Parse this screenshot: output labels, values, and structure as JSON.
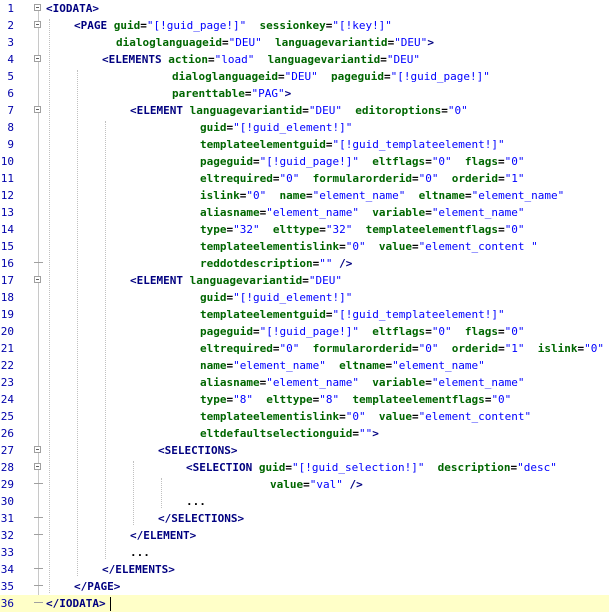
{
  "editor": {
    "lines": [
      {
        "n": "1",
        "fold": "open",
        "indent": 0,
        "tokens": [
          {
            "t": "tag",
            "v": "<IODATA>"
          }
        ]
      },
      {
        "n": "2",
        "fold": "open",
        "indent": 1,
        "tokens": [
          {
            "t": "tag",
            "v": "<PAGE "
          },
          {
            "t": "attr",
            "v": "guid"
          },
          {
            "t": "eq",
            "v": "="
          },
          {
            "t": "val",
            "v": "\"[!guid_page!]\""
          },
          {
            "t": "attr",
            "v": "  sessionkey"
          },
          {
            "t": "eq",
            "v": "="
          },
          {
            "t": "val",
            "v": "\"[!key!]\""
          }
        ]
      },
      {
        "n": "3",
        "fold": "none",
        "indent": 2.5,
        "tokens": [
          {
            "t": "attr",
            "v": "dialoglanguageid"
          },
          {
            "t": "eq",
            "v": "="
          },
          {
            "t": "val",
            "v": "\"DEU\""
          },
          {
            "t": "attr",
            "v": "  languagevariantid"
          },
          {
            "t": "eq",
            "v": "="
          },
          {
            "t": "val",
            "v": "\"DEU\""
          },
          {
            "t": "tag",
            "v": ">"
          }
        ]
      },
      {
        "n": "4",
        "fold": "open",
        "indent": 2,
        "tokens": [
          {
            "t": "tag",
            "v": "<ELEMENTS "
          },
          {
            "t": "attr",
            "v": "action"
          },
          {
            "t": "eq",
            "v": "="
          },
          {
            "t": "val",
            "v": "\"load\""
          },
          {
            "t": "attr",
            "v": "  languagevariantid"
          },
          {
            "t": "eq",
            "v": "="
          },
          {
            "t": "val",
            "v": "\"DEU\""
          }
        ]
      },
      {
        "n": "5",
        "fold": "none",
        "indent": 4.5,
        "tokens": [
          {
            "t": "attr",
            "v": "dialoglanguageid"
          },
          {
            "t": "eq",
            "v": "="
          },
          {
            "t": "val",
            "v": "\"DEU\""
          },
          {
            "t": "attr",
            "v": "  pageguid"
          },
          {
            "t": "eq",
            "v": "="
          },
          {
            "t": "val",
            "v": "\"[!guid_page!]\""
          }
        ]
      },
      {
        "n": "6",
        "fold": "none",
        "indent": 4.5,
        "tokens": [
          {
            "t": "attr",
            "v": "parenttable"
          },
          {
            "t": "eq",
            "v": "="
          },
          {
            "t": "val",
            "v": "\"PAG\""
          },
          {
            "t": "tag",
            "v": ">"
          }
        ]
      },
      {
        "n": "7",
        "fold": "open",
        "indent": 3,
        "tokens": [
          {
            "t": "tag",
            "v": "<ELEMENT "
          },
          {
            "t": "attr",
            "v": "languagevariantid"
          },
          {
            "t": "eq",
            "v": "="
          },
          {
            "t": "val",
            "v": "\"DEU\""
          },
          {
            "t": "attr",
            "v": "  editoroptions"
          },
          {
            "t": "eq",
            "v": "="
          },
          {
            "t": "val",
            "v": "\"0\""
          }
        ]
      },
      {
        "n": "8",
        "fold": "none",
        "indent": 5.5,
        "tokens": [
          {
            "t": "attr",
            "v": "guid"
          },
          {
            "t": "eq",
            "v": "="
          },
          {
            "t": "val",
            "v": "\"[!guid_element!]\""
          }
        ]
      },
      {
        "n": "9",
        "fold": "none",
        "indent": 5.5,
        "tokens": [
          {
            "t": "attr",
            "v": "templateelementguid"
          },
          {
            "t": "eq",
            "v": "="
          },
          {
            "t": "val",
            "v": "\"[!guid_templateelement!]\""
          }
        ]
      },
      {
        "n": "10",
        "fold": "none",
        "indent": 5.5,
        "tokens": [
          {
            "t": "attr",
            "v": "pageguid"
          },
          {
            "t": "eq",
            "v": "="
          },
          {
            "t": "val",
            "v": "\"[!guid_page!]\""
          },
          {
            "t": "attr",
            "v": "  eltflags"
          },
          {
            "t": "eq",
            "v": "="
          },
          {
            "t": "val",
            "v": "\"0\""
          },
          {
            "t": "attr",
            "v": "  flags"
          },
          {
            "t": "eq",
            "v": "="
          },
          {
            "t": "val",
            "v": "\"0\""
          }
        ]
      },
      {
        "n": "11",
        "fold": "none",
        "indent": 5.5,
        "tokens": [
          {
            "t": "attr",
            "v": "eltrequired"
          },
          {
            "t": "eq",
            "v": "="
          },
          {
            "t": "val",
            "v": "\"0\""
          },
          {
            "t": "attr",
            "v": "  formularorderid"
          },
          {
            "t": "eq",
            "v": "="
          },
          {
            "t": "val",
            "v": "\"0\""
          },
          {
            "t": "attr",
            "v": "  orderid"
          },
          {
            "t": "eq",
            "v": "="
          },
          {
            "t": "val",
            "v": "\"1\""
          }
        ]
      },
      {
        "n": "12",
        "fold": "none",
        "indent": 5.5,
        "tokens": [
          {
            "t": "attr",
            "v": "islink"
          },
          {
            "t": "eq",
            "v": "="
          },
          {
            "t": "val",
            "v": "\"0\""
          },
          {
            "t": "attr",
            "v": "  name"
          },
          {
            "t": "eq",
            "v": "="
          },
          {
            "t": "val",
            "v": "\"element_name\""
          },
          {
            "t": "attr",
            "v": "  eltname"
          },
          {
            "t": "eq",
            "v": "="
          },
          {
            "t": "val",
            "v": "\"element_name\""
          }
        ]
      },
      {
        "n": "13",
        "fold": "none",
        "indent": 5.5,
        "tokens": [
          {
            "t": "attr",
            "v": "aliasname"
          },
          {
            "t": "eq",
            "v": "="
          },
          {
            "t": "val",
            "v": "\"element_name\""
          },
          {
            "t": "attr",
            "v": "  variable"
          },
          {
            "t": "eq",
            "v": "="
          },
          {
            "t": "val",
            "v": "\"element_name\""
          }
        ]
      },
      {
        "n": "14",
        "fold": "none",
        "indent": 5.5,
        "tokens": [
          {
            "t": "attr",
            "v": "type"
          },
          {
            "t": "eq",
            "v": "="
          },
          {
            "t": "val",
            "v": "\"32\""
          },
          {
            "t": "attr",
            "v": "  elttype"
          },
          {
            "t": "eq",
            "v": "="
          },
          {
            "t": "val",
            "v": "\"32\""
          },
          {
            "t": "attr",
            "v": "  templateelementflags"
          },
          {
            "t": "eq",
            "v": "="
          },
          {
            "t": "val",
            "v": "\"0\""
          }
        ]
      },
      {
        "n": "15",
        "fold": "none",
        "indent": 5.5,
        "tokens": [
          {
            "t": "attr",
            "v": "templateelementislink"
          },
          {
            "t": "eq",
            "v": "="
          },
          {
            "t": "val",
            "v": "\"0\""
          },
          {
            "t": "attr",
            "v": "  value"
          },
          {
            "t": "eq",
            "v": "="
          },
          {
            "t": "val",
            "v": "\"element_content \""
          }
        ]
      },
      {
        "n": "16",
        "fold": "end",
        "indent": 5.5,
        "tokens": [
          {
            "t": "attr",
            "v": "reddotdescription"
          },
          {
            "t": "eq",
            "v": "="
          },
          {
            "t": "val",
            "v": "\"\""
          },
          {
            "t": "tag",
            "v": " />"
          }
        ]
      },
      {
        "n": "17",
        "fold": "open",
        "indent": 3,
        "tokens": [
          {
            "t": "tag",
            "v": "<ELEMENT "
          },
          {
            "t": "attr",
            "v": "languagevariantid"
          },
          {
            "t": "eq",
            "v": "="
          },
          {
            "t": "val",
            "v": "\"DEU\""
          }
        ]
      },
      {
        "n": "18",
        "fold": "none",
        "indent": 5.5,
        "tokens": [
          {
            "t": "attr",
            "v": "guid"
          },
          {
            "t": "eq",
            "v": "="
          },
          {
            "t": "val",
            "v": "\"[!guid_element!]\""
          }
        ]
      },
      {
        "n": "19",
        "fold": "none",
        "indent": 5.5,
        "tokens": [
          {
            "t": "attr",
            "v": "templateelementguid"
          },
          {
            "t": "eq",
            "v": "="
          },
          {
            "t": "val",
            "v": "\"[!guid_templateelement!]\""
          }
        ]
      },
      {
        "n": "20",
        "fold": "none",
        "indent": 5.5,
        "tokens": [
          {
            "t": "attr",
            "v": "pageguid"
          },
          {
            "t": "eq",
            "v": "="
          },
          {
            "t": "val",
            "v": "\"[!guid_page!]\""
          },
          {
            "t": "attr",
            "v": "  eltflags"
          },
          {
            "t": "eq",
            "v": "="
          },
          {
            "t": "val",
            "v": "\"0\""
          },
          {
            "t": "attr",
            "v": "  flags"
          },
          {
            "t": "eq",
            "v": "="
          },
          {
            "t": "val",
            "v": "\"0\""
          }
        ]
      },
      {
        "n": "21",
        "fold": "none",
        "indent": 5.5,
        "tokens": [
          {
            "t": "attr",
            "v": "eltrequired"
          },
          {
            "t": "eq",
            "v": "="
          },
          {
            "t": "val",
            "v": "\"0\""
          },
          {
            "t": "attr",
            "v": "  formularorderid"
          },
          {
            "t": "eq",
            "v": "="
          },
          {
            "t": "val",
            "v": "\"0\""
          },
          {
            "t": "attr",
            "v": "  orderid"
          },
          {
            "t": "eq",
            "v": "="
          },
          {
            "t": "val",
            "v": "\"1\""
          },
          {
            "t": "attr",
            "v": "  islink"
          },
          {
            "t": "eq",
            "v": "="
          },
          {
            "t": "val",
            "v": "\"0\""
          }
        ]
      },
      {
        "n": "22",
        "fold": "none",
        "indent": 5.5,
        "tokens": [
          {
            "t": "attr",
            "v": "name"
          },
          {
            "t": "eq",
            "v": "="
          },
          {
            "t": "val",
            "v": "\"element_name\""
          },
          {
            "t": "attr",
            "v": "  eltname"
          },
          {
            "t": "eq",
            "v": "="
          },
          {
            "t": "val",
            "v": "\"element_name\""
          }
        ]
      },
      {
        "n": "23",
        "fold": "none",
        "indent": 5.5,
        "tokens": [
          {
            "t": "attr",
            "v": "aliasname"
          },
          {
            "t": "eq",
            "v": "="
          },
          {
            "t": "val",
            "v": "\"element_name\""
          },
          {
            "t": "attr",
            "v": "  variable"
          },
          {
            "t": "eq",
            "v": "="
          },
          {
            "t": "val",
            "v": "\"element_name\""
          }
        ]
      },
      {
        "n": "24",
        "fold": "none",
        "indent": 5.5,
        "tokens": [
          {
            "t": "attr",
            "v": "type"
          },
          {
            "t": "eq",
            "v": "="
          },
          {
            "t": "val",
            "v": "\"8\""
          },
          {
            "t": "attr",
            "v": "  elttype"
          },
          {
            "t": "eq",
            "v": "="
          },
          {
            "t": "val",
            "v": "\"8\""
          },
          {
            "t": "attr",
            "v": "  templateelementflags"
          },
          {
            "t": "eq",
            "v": "="
          },
          {
            "t": "val",
            "v": "\"0\""
          }
        ]
      },
      {
        "n": "25",
        "fold": "none",
        "indent": 5.5,
        "tokens": [
          {
            "t": "attr",
            "v": "templateelementislink"
          },
          {
            "t": "eq",
            "v": "="
          },
          {
            "t": "val",
            "v": "\"0\""
          },
          {
            "t": "attr",
            "v": "  value"
          },
          {
            "t": "eq",
            "v": "="
          },
          {
            "t": "val",
            "v": "\"element_content\""
          }
        ]
      },
      {
        "n": "26",
        "fold": "none",
        "indent": 5.5,
        "tokens": [
          {
            "t": "attr",
            "v": "eltdefaultselectionguid"
          },
          {
            "t": "eq",
            "v": "="
          },
          {
            "t": "val",
            "v": "\"\""
          },
          {
            "t": "tag",
            "v": ">"
          }
        ]
      },
      {
        "n": "27",
        "fold": "open",
        "indent": 4,
        "tokens": [
          {
            "t": "tag",
            "v": "<SELECTIONS>"
          }
        ]
      },
      {
        "n": "28",
        "fold": "open",
        "indent": 5,
        "tokens": [
          {
            "t": "tag",
            "v": "<SELECTION "
          },
          {
            "t": "attr",
            "v": "guid"
          },
          {
            "t": "eq",
            "v": "="
          },
          {
            "t": "val",
            "v": "\"[!guid_selection!]\""
          },
          {
            "t": "attr",
            "v": "  description"
          },
          {
            "t": "eq",
            "v": "="
          },
          {
            "t": "val",
            "v": "\"desc\""
          }
        ]
      },
      {
        "n": "29",
        "fold": "end",
        "indent": 8,
        "tokens": [
          {
            "t": "attr",
            "v": "value"
          },
          {
            "t": "eq",
            "v": "="
          },
          {
            "t": "val",
            "v": "\"val\""
          },
          {
            "t": "tag",
            "v": " />"
          }
        ]
      },
      {
        "n": "30",
        "fold": "none",
        "indent": 5,
        "tokens": [
          {
            "t": "plain",
            "v": "..."
          }
        ]
      },
      {
        "n": "31",
        "fold": "end",
        "indent": 4,
        "tokens": [
          {
            "t": "tag",
            "v": "</SELECTIONS>"
          }
        ]
      },
      {
        "n": "32",
        "fold": "end",
        "indent": 3,
        "tokens": [
          {
            "t": "tag",
            "v": "</ELEMENT>"
          }
        ]
      },
      {
        "n": "33",
        "fold": "none",
        "indent": 3,
        "tokens": [
          {
            "t": "plain",
            "v": "..."
          }
        ]
      },
      {
        "n": "34",
        "fold": "end",
        "indent": 2,
        "tokens": [
          {
            "t": "tag",
            "v": "</ELEMENTS>"
          }
        ]
      },
      {
        "n": "35",
        "fold": "end",
        "indent": 1,
        "tokens": [
          {
            "t": "tag",
            "v": "</PAGE>"
          }
        ]
      },
      {
        "n": "36",
        "fold": "end",
        "indent": 0,
        "current": true,
        "tokens": [
          {
            "t": "tag",
            "v": "</IODATA>"
          }
        ]
      }
    ],
    "colors": {
      "line_number": "#0000aa",
      "tag": "#000080",
      "attribute": "#006600",
      "value": "#0000ff",
      "current_line": "#ffffc8"
    },
    "icons": {
      "fold_open": "fold-minus-icon",
      "fold_end": "fold-end-icon"
    }
  }
}
